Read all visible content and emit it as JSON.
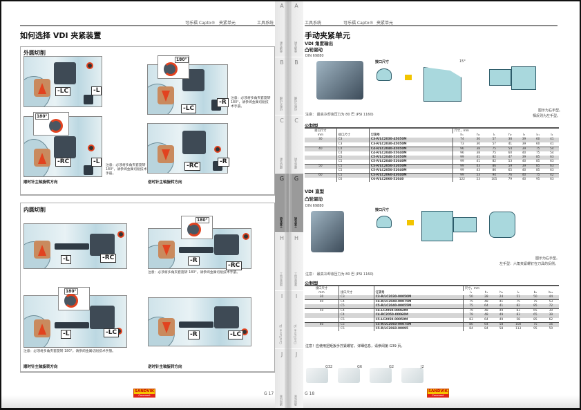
{
  "left_page": {
    "header": {
      "item1": "可乐福 Capto®",
      "item2": "夹紧单元",
      "item3": "工具系统"
    },
    "title": "如何选择 VDI 夹紧装置",
    "external": {
      "heading": "外圆切削",
      "panels": [
        {
          "labels": [
            "-LC",
            "-L"
          ]
        },
        {
          "labels": [
            "-RC",
            "-L"
          ],
          "rotation": "180°"
        },
        {
          "labels": [
            "-LC",
            "-R"
          ],
          "rotation": "180°"
        },
        {
          "labels": [
            "-RC",
            "-R"
          ]
        }
      ],
      "note": "注意：必须将多角夹套旋转 180°，请参阅金属切削技术手册。",
      "caption_cw": "顺时针主轴旋转方向",
      "caption_ccw": "逆时针主轴旋转方向"
    },
    "internal": {
      "heading": "内圆切削",
      "panels": [
        {
          "labels": [
            "-L",
            "-RC"
          ]
        },
        {
          "labels": [
            "-R",
            "-RC"
          ],
          "rotation": "180°"
        },
        {
          "labels": [
            "-L",
            "-LC"
          ],
          "rotation": "180°"
        },
        {
          "labels": [
            "-R",
            "-LC"
          ]
        }
      ],
      "note": "注意：必须将多角夹套旋转 180°，请参阅金属切削技术手册。",
      "caption_cw": "顺时针主轴旋转方向",
      "caption_ccw": "逆时针主轴旋转方向"
    },
    "page_number": "G 17",
    "logo": "SANDVIK Coromant"
  },
  "side_tabs": [
    {
      "letter": "A",
      "label": "普通车削"
    },
    {
      "letter": "B",
      "label": "切断与切槽"
    },
    {
      "letter": "C",
      "label": "螺纹车削"
    },
    {
      "letter": "G",
      "label": "工具系统",
      "active": true
    },
    {
      "letter": "H",
      "label": "旋转类加工"
    },
    {
      "letter": "I",
      "label": "CoroTurn® SL"
    },
    {
      "letter": "J",
      "label": "通用信息"
    }
  ],
  "right_page": {
    "header": {
      "item1": "工具系统",
      "item2": "可乐福 Capto®",
      "item3": "夹紧单元"
    },
    "title": "手动夹紧单元",
    "section1": {
      "subtitle": "VDI 角度输出",
      "drive": "凸轮驱动",
      "standard": "DIN 69880",
      "interface_label": "接口尺寸",
      "angle": "15°",
      "note": "注意： 最高冷却液压力为 80 巴 (PSI 1160)",
      "fig_note1": "图示为右手型。",
      "fig_note2": "相反则为左手型。",
      "table_title": "公制型",
      "table": {
        "h_interface": "接口尺寸",
        "h_size": "尺寸，mm",
        "h_mm": "mm",
        "h_coupling": "接口尺寸",
        "h_code": "订货号",
        "dims": [
          "h₁",
          "h₄",
          "l₁",
          "h₂",
          "l₃",
          "l₂₁",
          "l₂"
        ],
        "rows": [
          [
            "30",
            "C3",
            "C3-R/LC2030-45050M",
            "74",
            "30",
            "57",
            "38",
            "39",
            "60",
            "41"
          ],
          [
            "",
            "C3",
            "C3-R/LC2030-45050M",
            "73",
            "30",
            "57",
            "41",
            "39",
            "60",
            "41"
          ],
          [
            "40",
            "C4",
            "C4-R/LC2040-45050M",
            "96",
            "38",
            "75",
            "54",
            "39",
            "75",
            "54"
          ],
          [
            "",
            "C4",
            "C4-R/LC2040-55040M",
            "96",
            "38",
            "75",
            "60",
            "40",
            "75",
            "54"
          ],
          [
            "",
            "C5",
            "C5-R/LC2040-52050M",
            "99",
            "41",
            "82",
            "47",
            "39",
            "85",
            "63"
          ],
          [
            "",
            "C5",
            "C5-R/LC2040-52040M",
            "99",
            "41",
            "82",
            "53",
            "40",
            "85",
            "63"
          ],
          [
            "50",
            "C5",
            "C5-R/LC2050-52050M",
            "99",
            "43",
            "86",
            "59",
            "39",
            "85",
            "63"
          ],
          [
            "",
            "C5",
            "C5-R/LC2050-52040M",
            "99",
            "43",
            "86",
            "65",
            "40",
            "85",
            "63"
          ],
          [
            "60",
            "C5",
            "C5-R/LC2060-43040M",
            "99",
            "53",
            "94",
            "76",
            "40",
            "75",
            "42"
          ],
          [
            "",
            "C6",
            "C6-R/LC2060-52040",
            "122",
            "53",
            "105",
            "79",
            "40",
            "95",
            "63"
          ]
        ]
      }
    },
    "section2": {
      "subtitle": "VDI 直型",
      "drive": "凸轮驱动",
      "standard": "DIN 69880",
      "interface_label": "接口尺寸",
      "note": "注意： 最高冷却液压力为 80 巴 (PSI 1160)",
      "fig_note1": "图示为右手型。",
      "fig_note2": "左手型：六角夹紧螺钉在刀具的反侧。",
      "table_title": "公制型",
      "table": {
        "h_interface": "接口尺寸",
        "h_size": "尺寸，mm",
        "h_mm": "mm",
        "h_coupling": "接口尺寸",
        "h_code": "订货号",
        "dims": [
          "l₁",
          "h₁",
          "h₄",
          "l₂",
          "b₂",
          "b₂₁"
        ],
        "rows": [
          [
            "30",
            "C3",
            "C3-R/LC2030-00050M",
            "50",
            "28",
            "24",
            "51",
            "50",
            "44"
          ],
          [
            "40",
            "C4",
            "C4-R/LC2040-00075M",
            "75",
            "48",
            "41",
            "75",
            "75",
            "53"
          ],
          [
            "",
            "C5",
            "C5-R/LC2040-00055M",
            "75",
            "64",
            "41",
            "82",
            "85",
            "72"
          ],
          [
            "50",
            "C4",
            "C4-LC2050-00060M",
            "79",
            "48",
            "49",
            "83",
            "65",
            "39"
          ],
          [
            "",
            "C4",
            "C4-RC2050-00060M",
            "79",
            "48",
            "49",
            "83",
            "65",
            "39"
          ],
          [
            "",
            "C5",
            "C5-LC2050-00050M",
            "83",
            "64",
            "49",
            "58",
            "85",
            "62"
          ],
          [
            "60",
            "C5",
            "C5-R/LC2060-00075M",
            "80",
            "64",
            "58",
            "100",
            "75",
            "16"
          ],
          [
            "",
            "C5",
            "C5-R/LC2060-00095",
            "84",
            "84",
            "58",
            "113",
            "95",
            "59"
          ]
        ]
      }
    },
    "bottom_note": "注意！应使用扭矩扳手拧紧螺钉。详细信息，请参阅第 G39 页。",
    "ref_icons": [
      {
        "icon": "wrench-icon",
        "ref": "G32"
      },
      {
        "icon": "clamping-unit-icon",
        "ref": "G6"
      },
      {
        "icon": "tools-icon",
        "ref": "G2"
      },
      {
        "icon": "toolholder-icon",
        "ref": "J2"
      }
    ],
    "page_number": "G 18",
    "logo": "SANDVIK Coromant"
  },
  "colors": {
    "accent_red": "#e2421f",
    "active_tab": "#9a9a9a",
    "logo_yellow": "#f6c400"
  }
}
